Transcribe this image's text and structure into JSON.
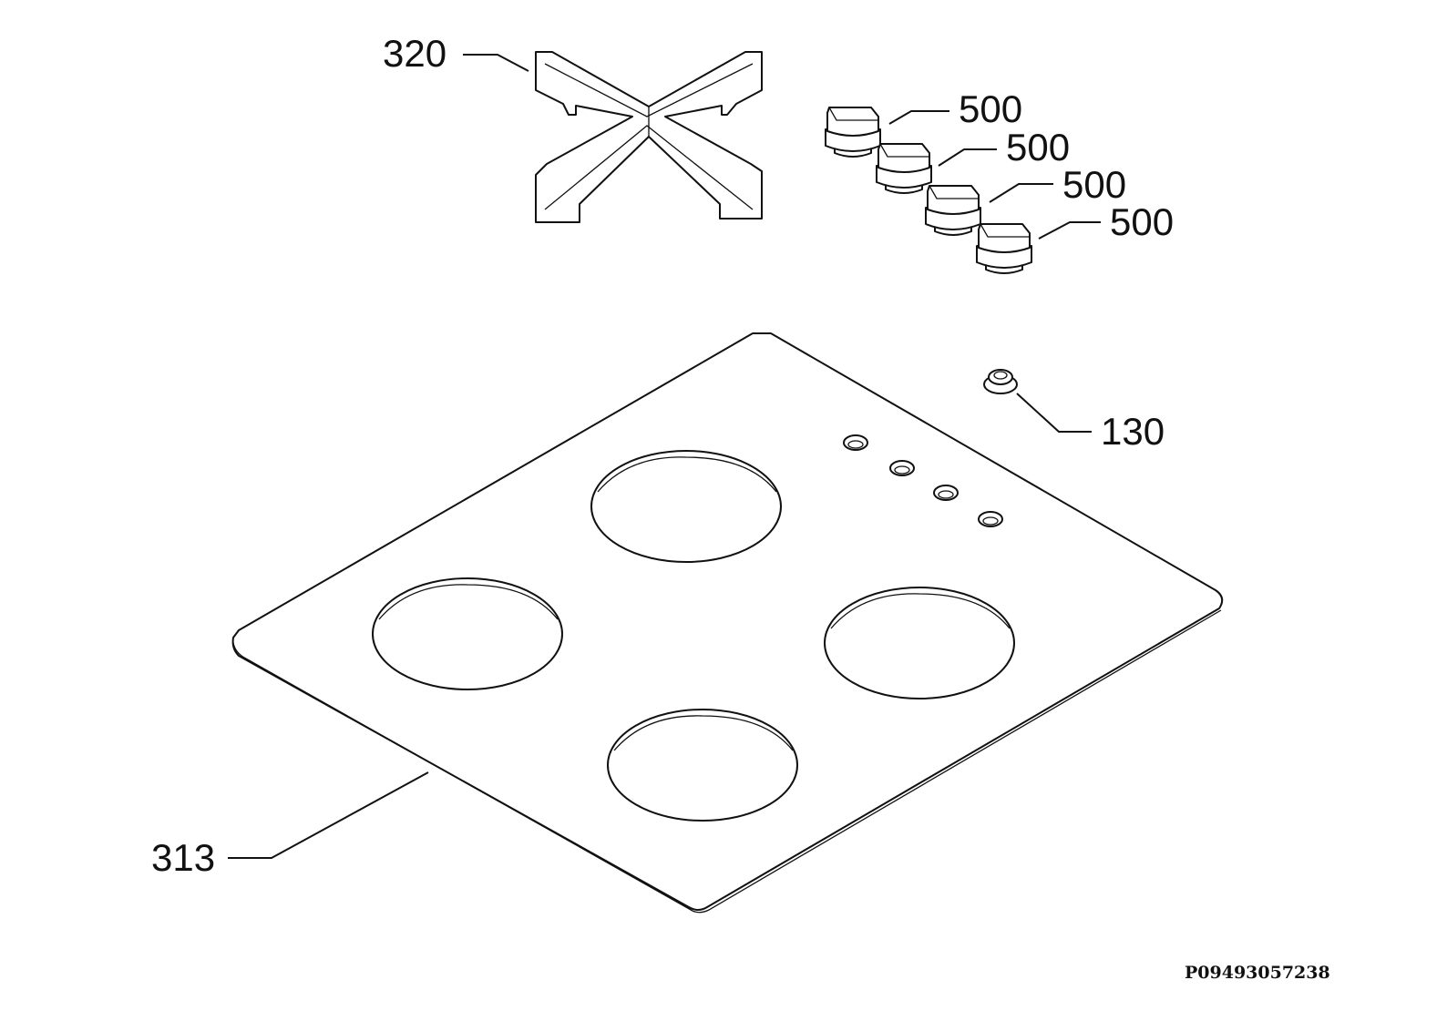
{
  "callouts": {
    "grate": "320",
    "knob_1": "500",
    "knob_2": "500",
    "knob_3": "500",
    "knob_4": "500",
    "grommet": "130",
    "hob_top": "313"
  },
  "document_id": "P09493057238"
}
